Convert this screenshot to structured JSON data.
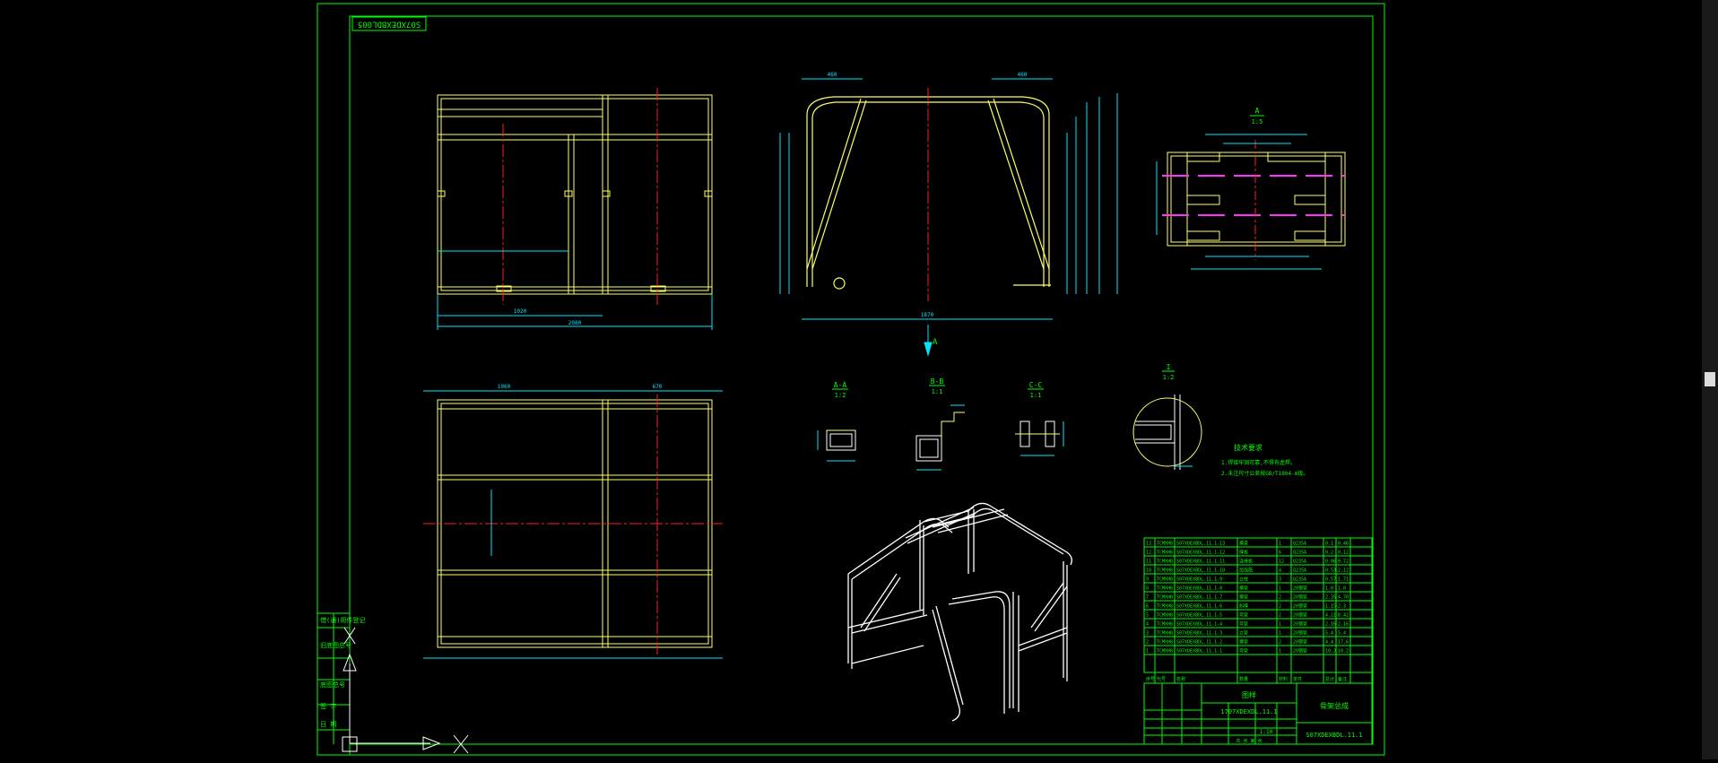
{
  "drawing_number_top": "S07XDEXBDL005",
  "colors": {
    "frame": "#00ff00",
    "part": "#ffff66",
    "dimension": "#00e5ff",
    "centerline": "#ff2020",
    "white": "#ffffff",
    "magenta": "#ff33ff",
    "background": "#000000"
  },
  "views": {
    "front_dims": {
      "inner": "1020",
      "outer": "2080"
    },
    "side_dims": {
      "top_left": "460",
      "top_right": "460",
      "base": "1870"
    },
    "section_arrow": "A",
    "detail_view": {
      "label": "A",
      "scale": "1:5"
    },
    "plan_dims": {
      "left": "1060",
      "right": "670"
    }
  },
  "sections": [
    {
      "label": "A-A",
      "scale": "1:2"
    },
    {
      "label": "B-B",
      "scale": "1:1"
    },
    {
      "label": "C-C",
      "scale": "1:1"
    },
    {
      "label": "I",
      "scale": "1:2"
    }
  ],
  "technical_requirements": {
    "title": "技术要求",
    "lines": [
      "1.焊接牢固可靠,不得有虚焊。",
      "2.未注尺寸公差按GB/T1804-m级。"
    ]
  },
  "left_title_strip": [
    "借(通)用件登记",
    "旧底图总号",
    "底图总号",
    "签 字",
    "日 期"
  ],
  "bom": {
    "rows": [
      [
        "13",
        "TCMXHB",
        "S07XDEXBDL.11.1-13",
        "横梁",
        "1",
        "Q235A",
        "0.1",
        "0.46"
      ],
      [
        "12",
        "TCMXHB",
        "S07XDEXBDL.11.1-12",
        "撑板",
        "6",
        "Q235A",
        "0.2",
        "0.12"
      ],
      [
        "11",
        "TCMXHB",
        "S07XDEXBDL.11.1-11",
        "连接板",
        "12",
        "Q235A",
        "0.06",
        "0.72"
      ],
      [
        "10",
        "TCMXHB",
        "S07XDEXBDL.11.1-10",
        "加强筋",
        "4",
        "Q235A",
        "0.53",
        "2.12"
      ],
      [
        "9",
        "TCMXHB",
        "S07XDEXBDL.11.1-9",
        "立柱",
        "3",
        "Q235A",
        "0.57",
        "1.71"
      ],
      [
        "8",
        "TCMXHB",
        "S07XDEXBDL.11.1-8",
        "横管",
        "1",
        "20钢管",
        "1.0",
        "1.0"
      ],
      [
        "7",
        "TCMXHB",
        "S07XDEXBDL.11.1-7",
        "横管",
        "2",
        "20钢管",
        "2.35",
        "4.70"
      ],
      [
        "6",
        "TCMXHB",
        "S07XDEXBDL.11.1-6",
        "斜撑",
        "2",
        "20钢管",
        "1.15",
        "2.3"
      ],
      [
        "5",
        "TCMXHB",
        "S07XDEXBDL.11.1-5",
        "弯管",
        "2",
        "20钢管",
        "4.21",
        "8.42"
      ],
      [
        "4",
        "TCMXHB",
        "S07XDEXBDL.11.1-4",
        "弯管",
        "1",
        "20钢管",
        "2.16",
        "2.16"
      ],
      [
        "3",
        "TCMXHB",
        "S07XDEXBDL.11.1-3",
        "立管",
        "1",
        "20钢管",
        "5.4",
        "5.4"
      ],
      [
        "2",
        "TCMXHB",
        "S07XDEXBDL.11.1-2",
        "横管",
        "2",
        "20钢管",
        "4.4",
        "17.6"
      ],
      [
        "1",
        "TCMXHB",
        "S07XDEXBDL.11.1-1",
        "弯管",
        "1",
        "20钢管",
        "10.2",
        "10.2"
      ]
    ],
    "header": [
      "序号",
      "代号",
      "名称",
      "数量",
      "材料",
      "单件",
      "总计",
      "备注"
    ]
  },
  "title_block": {
    "company": "图样",
    "drawing_code": "1707XDEXDL.11.1",
    "part_name": "骨架总成",
    "drawing_number": "S07XDEXBDL.11.1",
    "scale": "1:10",
    "sheet": "共 张 第 张"
  }
}
